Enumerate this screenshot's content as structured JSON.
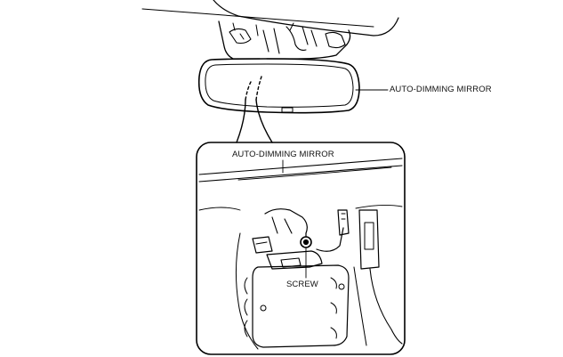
{
  "labels": {
    "top_callout": "AUTO-DIMMING MIRROR",
    "detail_title": "AUTO-DIMMING MIRROR",
    "screw": "SCREW"
  }
}
